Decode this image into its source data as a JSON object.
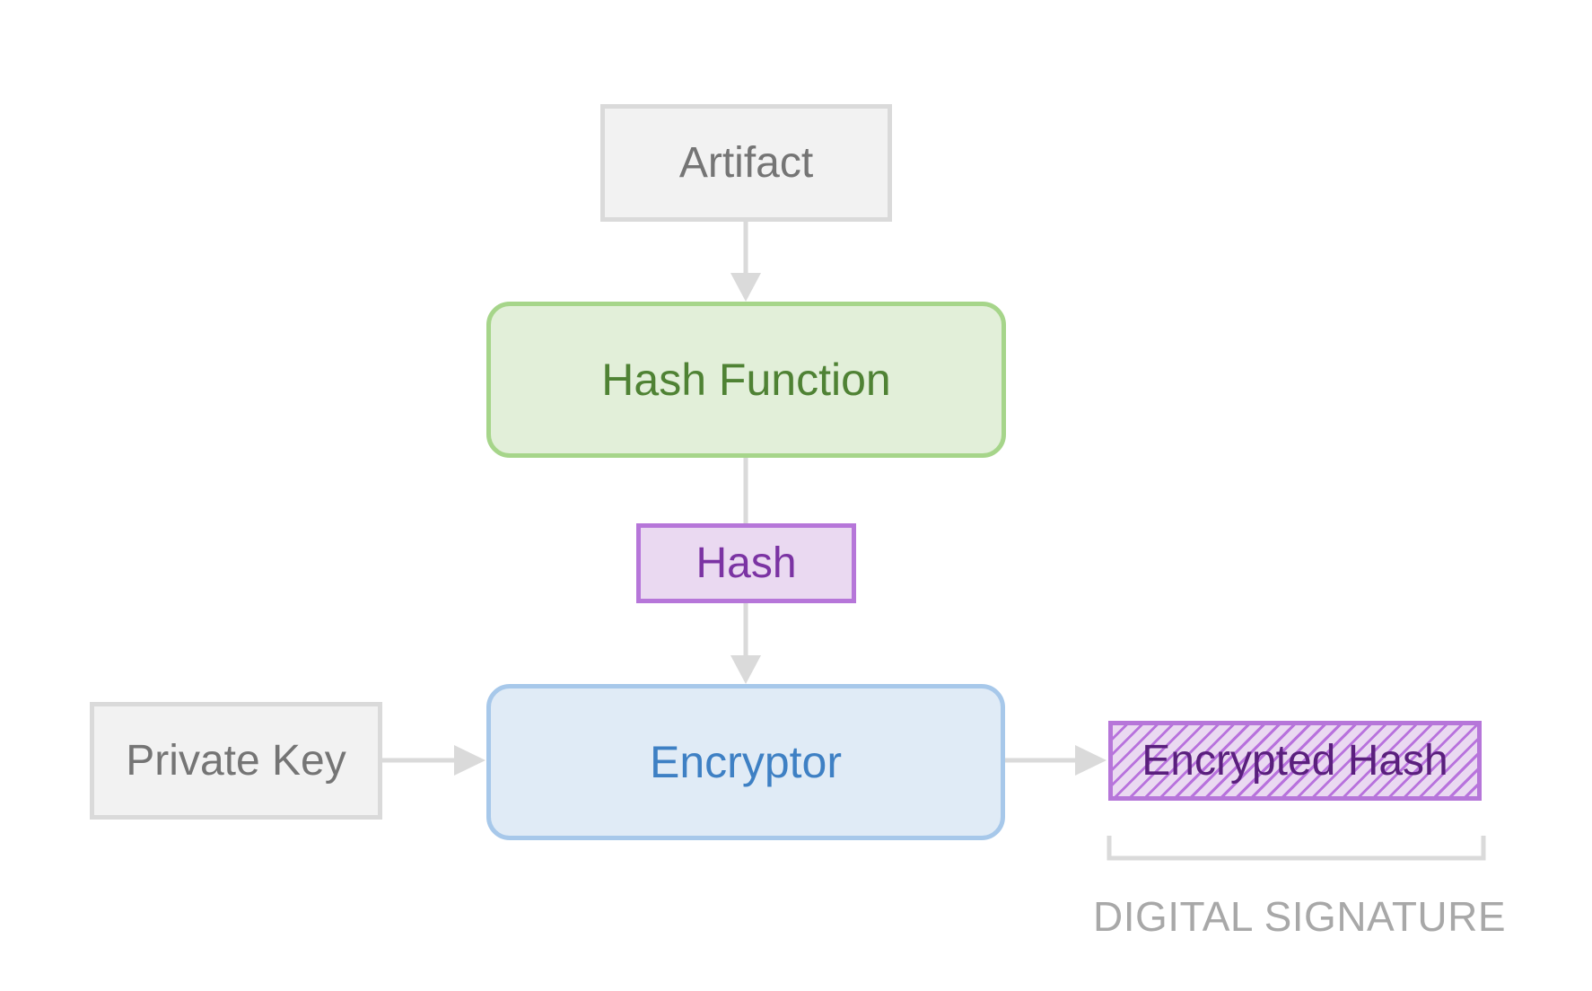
{
  "diagram": {
    "artifact": "Artifact",
    "hash_function": "Hash Function",
    "hash": "Hash",
    "private_key": "Private Key",
    "encryptor": "Encryptor",
    "encrypted_hash": "Encrypted Hash",
    "digital_signature": "DIGITAL SIGNATURE"
  },
  "colors": {
    "neutral_fill": "#f2f2f2",
    "neutral_border": "#dadada",
    "hash_function_fill": "#e2efd9",
    "hash_function_border": "#a6d58a",
    "encryptor_fill": "#e0ebf6",
    "encryptor_border": "#a7c8ea",
    "hash_fill": "#ead9f1",
    "hash_border": "#b676d9",
    "connector": "#dadada"
  }
}
